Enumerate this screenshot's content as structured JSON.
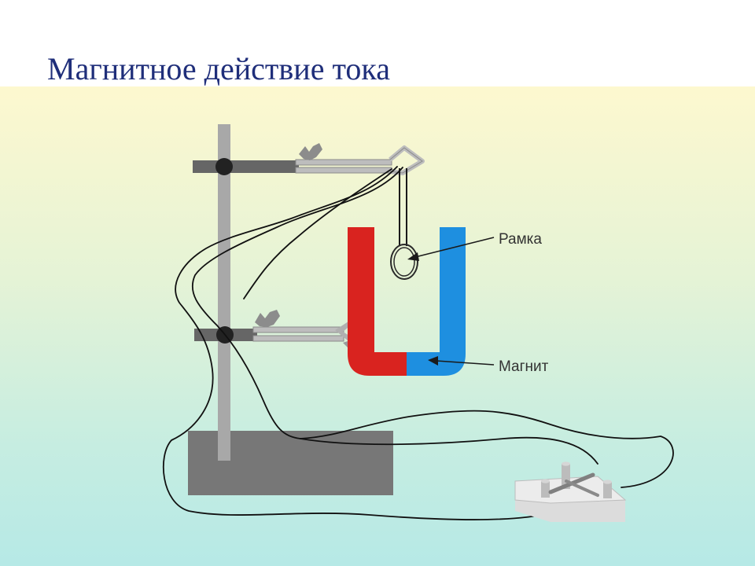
{
  "slide": {
    "title": "Магнитное действие тока"
  },
  "diagram": {
    "labels": {
      "frame": "Рамка",
      "magnet": "Магнит"
    },
    "colors": {
      "title": "#1f2e7a",
      "magnet_north": "#d9231f",
      "magnet_south": "#1e8fe0",
      "stand": "#777777",
      "rod": "#a8a8a8",
      "wire": "#111111",
      "switch_base": "#dcdcdc"
    }
  }
}
